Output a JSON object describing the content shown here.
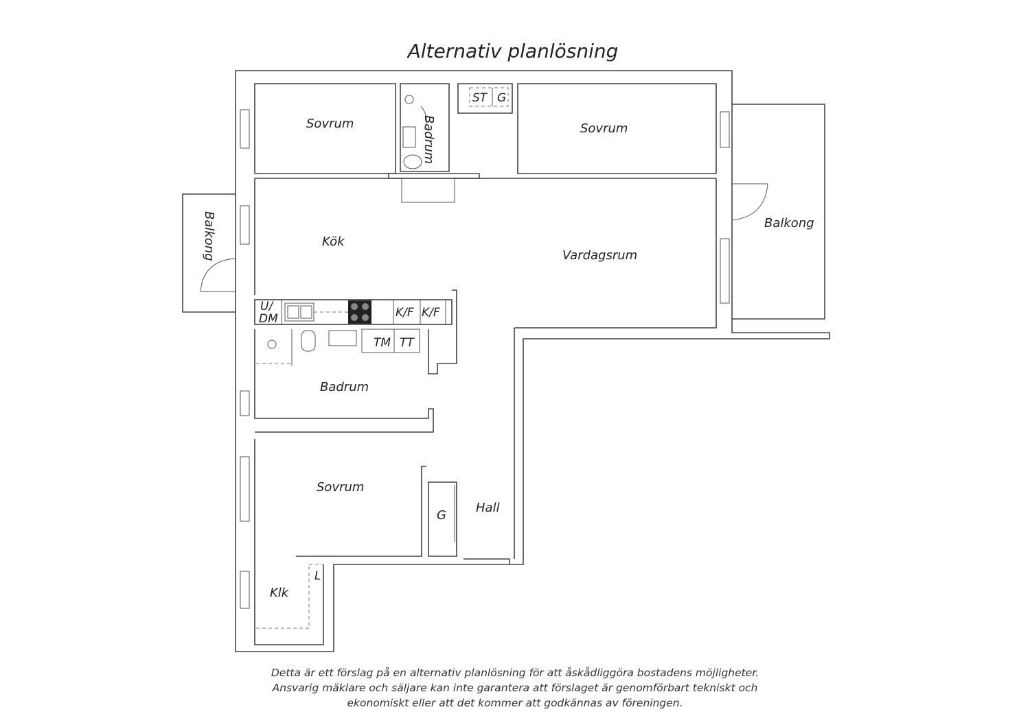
{
  "title": "Alternativ planlösning",
  "rooms": {
    "sovrum_nw": "Sovrum",
    "badrum_top": "Badrum",
    "st": "ST",
    "g_top": "G",
    "sovrum_ne": "Sovrum",
    "balkong_left": "Balkong",
    "kok": "Kök",
    "vardagsrum": "Vardagsrum",
    "balkong_right": "Balkong",
    "ud": "U/",
    "dm": "DM",
    "kf1": "K/F",
    "kf2": "K/F",
    "tm": "TM",
    "tt": "TT",
    "badrum_mid": "Badrum",
    "sovrum_sw": "Sovrum",
    "g_hall": "G",
    "hall": "Hall",
    "klk": "Klk",
    "l": "L"
  },
  "disclaimer": [
    "Detta är ett förslag på en alternativ planlösning för att åskådliggöra bostadens möjligheter.",
    "Ansvarig mäklare och säljare kan inte garantera att förslaget är genomförbart tekniskt och",
    "ekonomiskt eller att det kommer att godkännas av föreningen."
  ]
}
